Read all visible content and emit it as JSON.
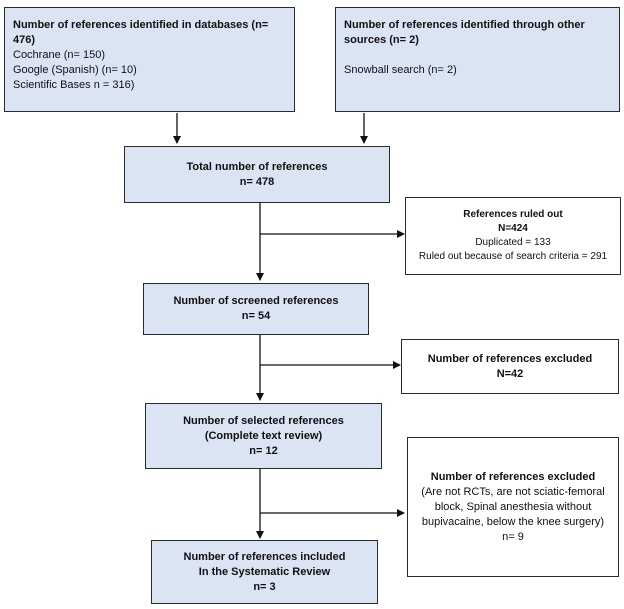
{
  "boxes": {
    "databases": {
      "title": "Number of references identified in databases (n= 476)",
      "lines": [
        "Cochrane (n= 150)",
        "Google (Spanish) (n= 10)",
        "Scientific Bases n =  316)"
      ]
    },
    "other_sources": {
      "title": "Number of references identified through other sources (n= 2)",
      "lines": [
        "Snowball search (n= 2)"
      ]
    },
    "total": {
      "title": "Total number of references",
      "count": "n= 478"
    },
    "ruled_out": {
      "title": "References ruled out",
      "count": "N=424",
      "lines": [
        "Duplicated = 133",
        "Ruled out because of search criteria = 291"
      ]
    },
    "screened": {
      "title": "Number of screened references",
      "count": "n= 54"
    },
    "excluded_1": {
      "title": "Number of references excluded",
      "count": "N=42"
    },
    "selected": {
      "title": "Number of selected references",
      "subtitle": "(Complete text review)",
      "count": "n= 12"
    },
    "excluded_2": {
      "title": "Number of references excluded",
      "lines": [
        "(Are not RCTs, are not sciatic-femoral block, Spinal anesthesia without bupivacaine, below the knee surgery)"
      ],
      "count": "n= 9"
    },
    "included": {
      "title": "Number of references included",
      "subtitle": "In the Systematic Review",
      "count": "n= 3"
    }
  },
  "colors": {
    "main_fill": "#dbe4f2",
    "side_fill": "#ffffff",
    "border": "#2b2b2b"
  }
}
